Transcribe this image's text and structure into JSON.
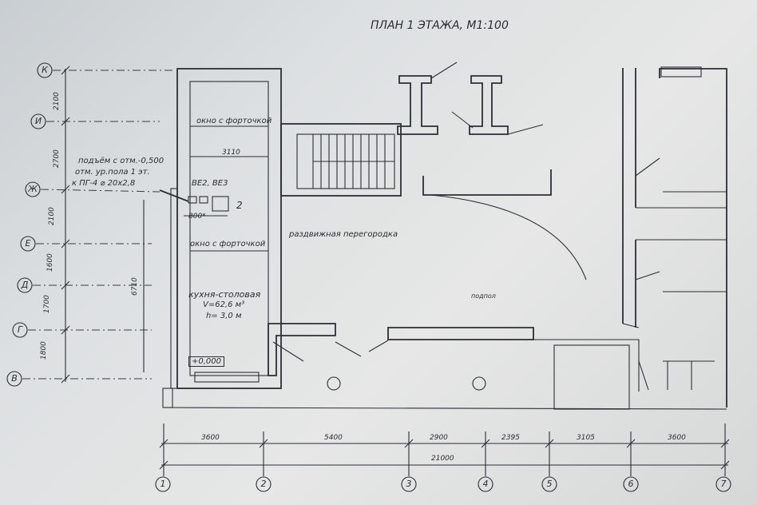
{
  "title": "ПЛАН 1 ЭТАЖА, М1:100",
  "row_axes": [
    "К",
    "И",
    "Ж",
    "Е",
    "Д",
    "Г",
    "В"
  ],
  "row_dims": [
    "2100",
    "2700",
    "2100",
    "1600",
    "1700",
    "1800"
  ],
  "col_axes": [
    "1",
    "2",
    "3",
    "4",
    "5",
    "6",
    "7"
  ],
  "col_dims": [
    "3600",
    "5400",
    "2900",
    "2395",
    "3105",
    "3600"
  ],
  "total_dim": "21000",
  "notes": {
    "window_vent_1": "окно с форточкой",
    "width_3110": "3110",
    "riser_note_1": "подъём с отм.-0,500",
    "riser_note_2": "отм. ур.пола 1 эт.",
    "riser_note_3": "к ПГ-4 ⌀ 20х2,8",
    "ve_label": "ВЕ2, ВЕ3",
    "marker_2": "2",
    "dim_800": "800*",
    "window_vent_2": "окно с форточкой",
    "sliding_partition": "раздвижная перегородка",
    "room_name": "кухня-столовая",
    "room_volume": "V=62,6 м³",
    "room_height": "h= 3,0 м",
    "level_mark": "+0,000",
    "vertical_dim": "6710",
    "hall_label": "подпол"
  }
}
